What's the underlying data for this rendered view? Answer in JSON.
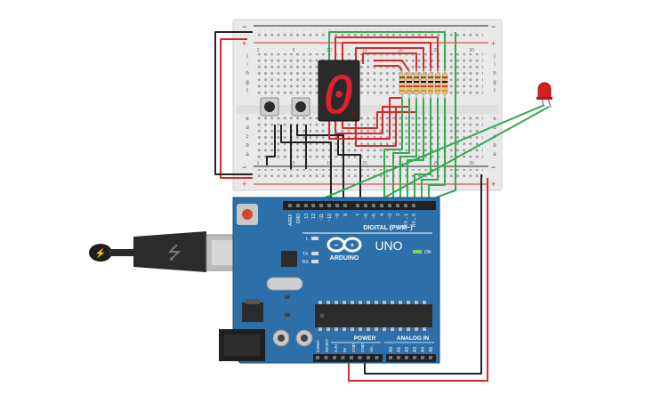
{
  "breadboard": {
    "rail_plus": "+",
    "rail_minus": "−",
    "col_numbers": [
      "1",
      "5",
      "10",
      "15",
      "20",
      "25",
      "30"
    ],
    "row_letters_top": [
      "j",
      "i",
      "h",
      "g",
      "f"
    ],
    "row_letters_bottom": [
      "e",
      "d",
      "c",
      "b",
      "a"
    ]
  },
  "seven_segment": {
    "digit": "0",
    "color": "#e0202a"
  },
  "led": {
    "color": "#d42020"
  },
  "arduino": {
    "logo_text": "ARDUINO",
    "model": "UNO",
    "on_label": "ON",
    "digital_label": "DIGITAL (PWM~)",
    "digital_pins": [
      "AREF",
      "GND",
      "13",
      "12",
      "~11",
      "~10",
      "~9",
      "8",
      "7",
      "~6",
      "~5",
      "4",
      "~3",
      "2",
      "TX→1",
      "RX←0"
    ],
    "l_label": "L",
    "tx_label": "TX",
    "rx_label": "RX",
    "power_label": "POWER",
    "analog_label": "ANALOG IN",
    "power_pins": [
      "IOREF",
      "RESET",
      "3.3V",
      "5V",
      "GND",
      "GND",
      "Vin"
    ],
    "analog_pins": [
      "A0",
      "A1",
      "A2",
      "A3",
      "A4",
      "A5"
    ],
    "board_color": "#2d6fa8"
  },
  "wire_colors": {
    "red": "#d62a2a",
    "black": "#222222",
    "green": "#34a853"
  }
}
